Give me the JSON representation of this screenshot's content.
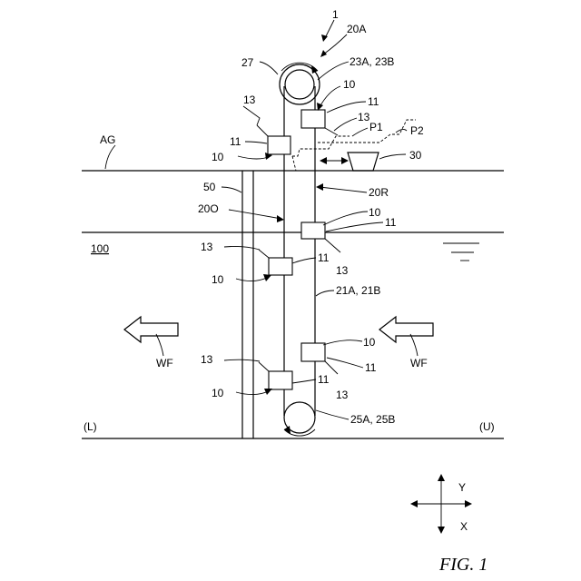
{
  "figure": {
    "caption": "FIG. 1",
    "ref_device": "1",
    "ref_20A": "20A",
    "ref_27": "27",
    "ref_23": "23A, 23B",
    "ref_10": "10",
    "ref_11": "11",
    "ref_13": "13",
    "ref_P1": "P1",
    "ref_P2": "P2",
    "ref_30": "30",
    "ref_AG": "AG",
    "ref_50": "50",
    "ref_20R": "20R",
    "ref_20O": "20O",
    "ref_100": "100",
    "ref_21": "21A, 21B",
    "ref_WF": "WF",
    "ref_25": "25A, 25B",
    "ref_L": "(L)",
    "ref_U": "(U)",
    "axis_Y": "Y",
    "axis_X": "X"
  }
}
